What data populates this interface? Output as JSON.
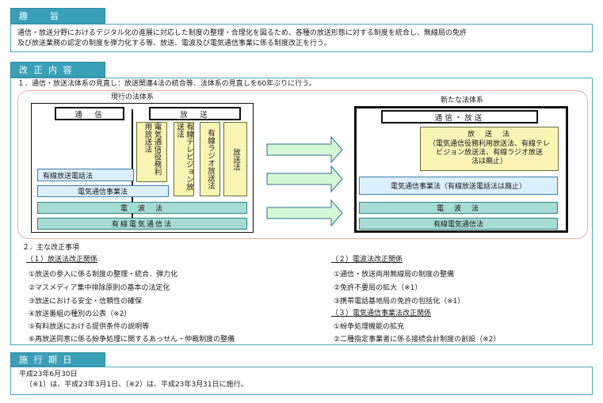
{
  "purpose": {
    "header": "趣　　旨",
    "line1": "通信・放送分野におけるデジタル化の進展に対応した制度の整理・合理化を図るため、各種の放送形態に対する制度を統合し、無線局の免許",
    "line2": "及び放送業務の認定の制度を弾力化する等、放送、電波及び電気通信事業に係る制度改正を行う。"
  },
  "revision": {
    "header": "改 正 内 容",
    "point1": "１．通信・放送法体系の見直し：放送関連4法の統合等、法体系の見直しを60年ぶりに行う。",
    "current_title": "現行の法体系",
    "new_title": "新たな法体系",
    "current": {
      "tsushin": "通　信",
      "hoso": "放　送",
      "v1": "電気通信役務利用放送法",
      "v2": "有線テレビジョン放送法",
      "v3": "有線ラジオ放送法",
      "v4": "放送法",
      "yusen_denwa": "有線放送電話法",
      "denki_jigyo": "電気通信事業法",
      "denpa": "電　波　法",
      "yusen_denki": "有線電気通信法"
    },
    "new": {
      "header": "通信・放送",
      "hoso_title": "放　送　法",
      "hoso_note1": "（電気通信役務利用放送法、有線テレ",
      "hoso_note2": "ビジョン放送法、有線ラジオ放送",
      "hoso_note3": "法は廃止）",
      "denki_jigyo": "電気通信事業法（有線放送電話法は廃止）",
      "denpa": "電　波　法",
      "yusen_denki": "有線電気通信法"
    },
    "point2": "２．主な改正事項",
    "left_groups": [
      {
        "title": "（１）放送法改正関係",
        "items": [
          "①放送の参入に係る制度の整理・統合、弾力化",
          "②マスメディア集中排除原則の基本の法定化",
          "③放送における安全・信頼性の確保",
          "④放送番組の種別の公表（※2）",
          "⑤有料放送における提供条件の説明等",
          "⑥再放送同意に係る紛争処理に関するあっせん・仲裁制度の整備"
        ]
      }
    ],
    "right_groups": [
      {
        "title": "（２）電波法改正関係",
        "items": [
          "①通信・放送両用無線局の制度の整備",
          "②免許不要局の拡大（※1）",
          "③携帯電話基地局の免許の包括化（※1）"
        ]
      },
      {
        "title": "（３）電気通信事業法改正関係",
        "items": [
          "①紛争処理機能の拡充",
          "②二種指定事業者に係る接続会計制度の創設（※2）"
        ]
      }
    ]
  },
  "enforcement": {
    "header": "施 行 期 日",
    "line1": "平成23年6月30日",
    "line2": "（※1）は、平成23年3月1日、（※2）は、平成23年3月31日に施行。"
  },
  "colors": {
    "tab": "#3aa0b8",
    "yellow": "#fbf5b5",
    "light_blue": "#dcefff",
    "teal": "#a6dcd6",
    "arrow": "#d6f7d6"
  }
}
